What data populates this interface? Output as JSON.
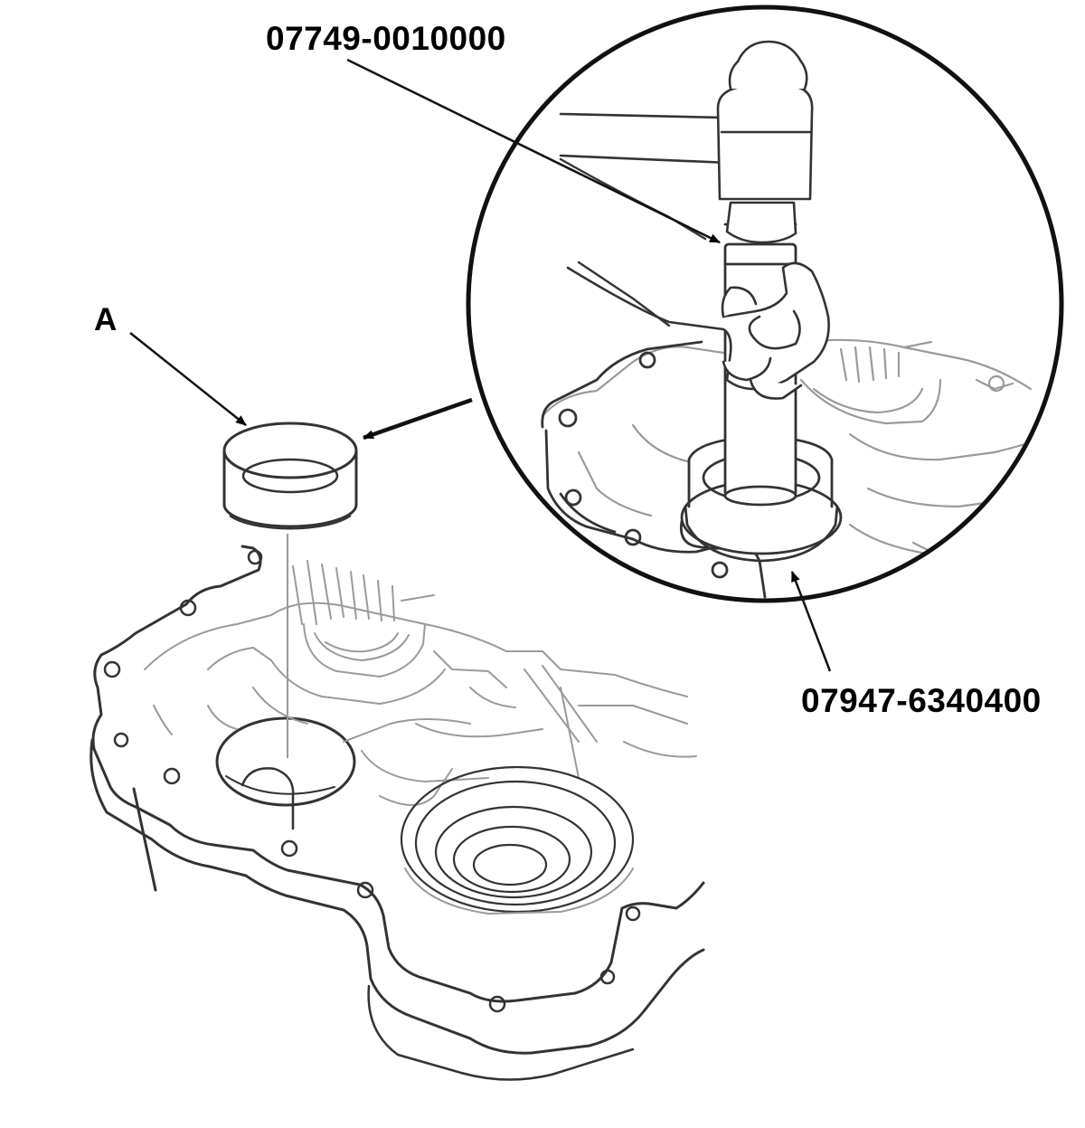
{
  "callouts": {
    "driver_tool": "07749-0010000",
    "attachment_tool": "07947-6340400",
    "part": "A"
  },
  "colors": {
    "ink": "#000000",
    "line_dark": "#333333",
    "line_light": "#9a9a9a",
    "background": "#ffffff"
  }
}
